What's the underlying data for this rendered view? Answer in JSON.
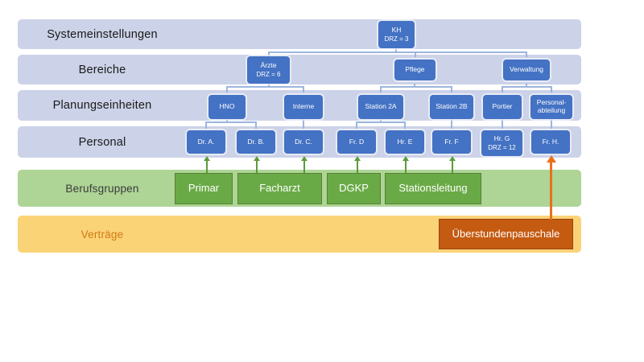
{
  "bands": [
    {
      "id": "systemeinstellungen",
      "label": "Systemeinstellungen",
      "color": "#ccd2e8"
    },
    {
      "id": "bereiche",
      "label": "Bereiche",
      "color": "#ccd2e8"
    },
    {
      "id": "planungseinheiten",
      "label": "Planungseinheiten",
      "color": "#ccd2e8"
    },
    {
      "id": "personal",
      "label": "Personal",
      "color": "#ccd2e8"
    },
    {
      "id": "berufsgruppen",
      "label": "Berufsgruppen",
      "color": "#aed496"
    },
    {
      "id": "vertraege",
      "label": "Verträge",
      "color": "#fbd377"
    }
  ],
  "nodes": {
    "kh": {
      "title": "KH",
      "sub": "DRZ = 3"
    },
    "aerzte": {
      "title": "Ärzte",
      "sub": "DRZ = 6"
    },
    "pflege": {
      "title": "Pflege",
      "sub": ""
    },
    "verwaltung": {
      "title": "Verwaltung",
      "sub": ""
    },
    "hno": {
      "title": "HNO",
      "sub": ""
    },
    "interne": {
      "title": "Interne",
      "sub": ""
    },
    "station2a": {
      "title": "Station 2A",
      "sub": ""
    },
    "station2b": {
      "title": "Station 2B",
      "sub": ""
    },
    "portier": {
      "title": "Portier",
      "sub": ""
    },
    "personalabteilung": {
      "title": "Personal-",
      "sub": "abteilung"
    },
    "dra": {
      "title": "Dr. A.",
      "sub": ""
    },
    "drb": {
      "title": "Dr. B.",
      "sub": ""
    },
    "drc": {
      "title": "Dr. C.",
      "sub": ""
    },
    "frd": {
      "title": "Fr. D",
      "sub": ""
    },
    "hre": {
      "title": "Hr. E",
      "sub": ""
    },
    "frf": {
      "title": "Fr. F",
      "sub": ""
    },
    "hrg": {
      "title": "Hr. G",
      "sub": "DRZ = 12"
    },
    "frh": {
      "title": "Fr. H.",
      "sub": ""
    }
  },
  "berufsgruppen": {
    "primar": "Primar",
    "facharzt": "Facharzt",
    "dgkp": "DGKP",
    "stationsleitung": "Stationsleitung"
  },
  "vertraege": {
    "ueberstundenpauschale": "Überstundenpauschale"
  },
  "colors": {
    "band_blue": "#ccd2e8",
    "band_green": "#aed496",
    "band_orange": "#fbd377",
    "node_blue": "#4472c4",
    "node_green": "#6aaa46",
    "node_orange": "#c55a11",
    "connector": "#9cb5de",
    "arrow_green": "#5b9b3c",
    "arrow_orange": "#e8721c"
  }
}
